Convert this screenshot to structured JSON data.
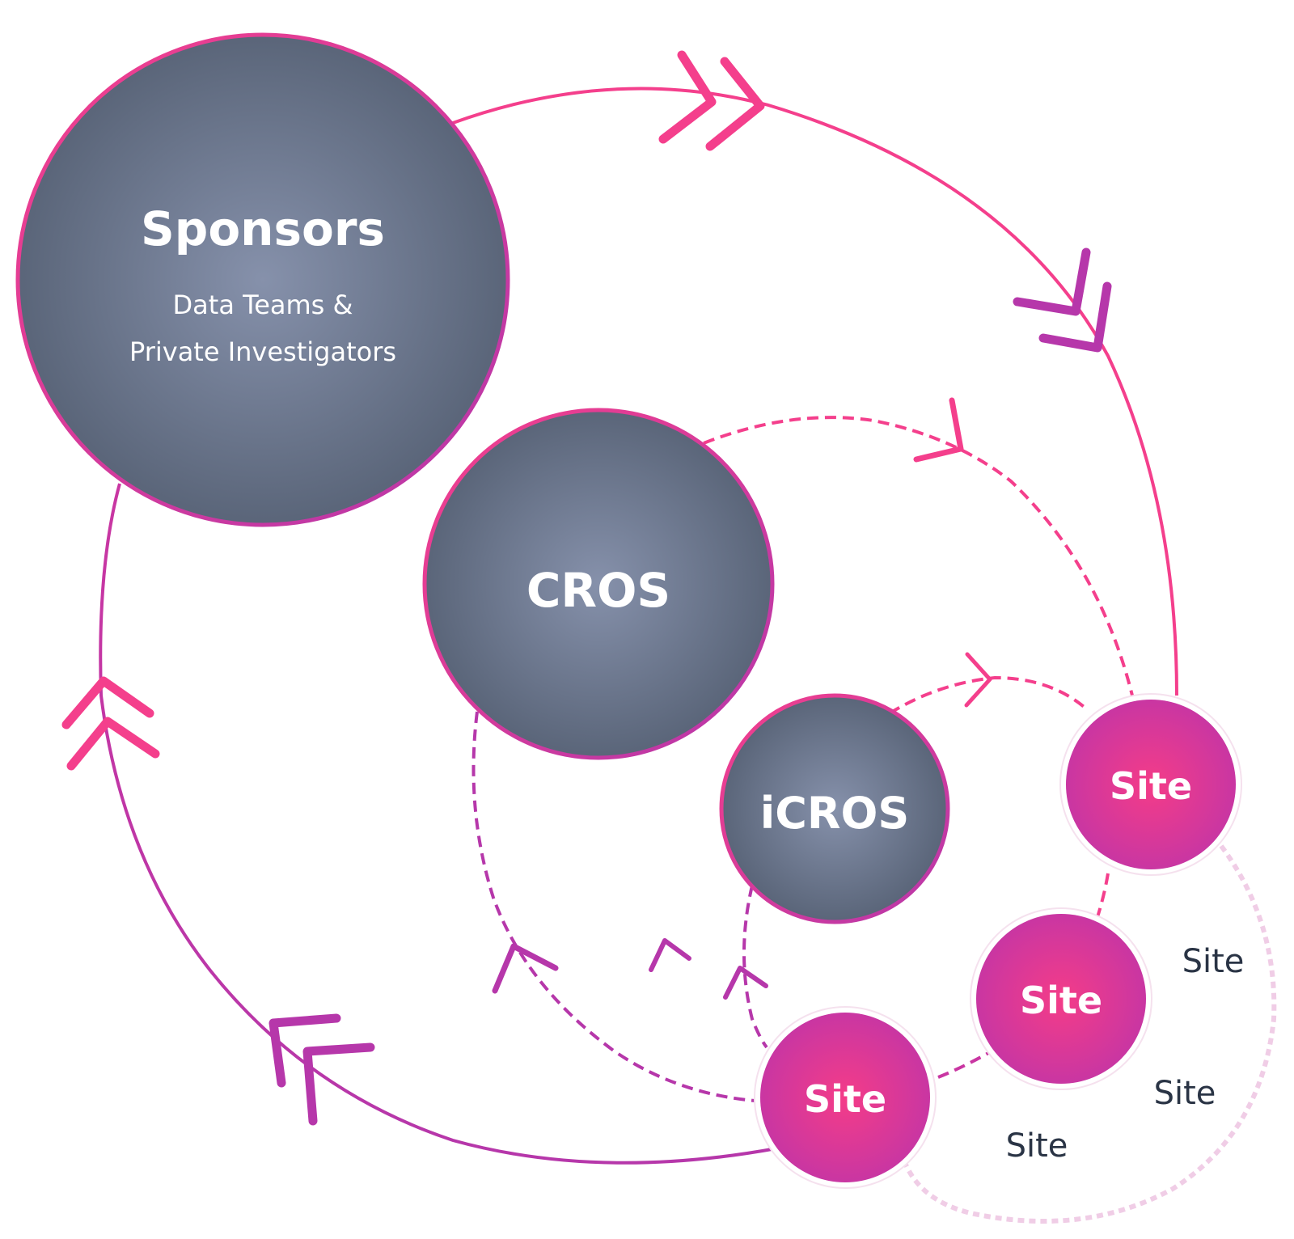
{
  "colors": {
    "pink": "#f43f8c",
    "magenta": "#c0359f",
    "purple": "#b637aa",
    "node_center": "#8591aa",
    "node_edge": "#5a6579",
    "site_center": "#f43c88",
    "site_edge": "#c936a2",
    "dotted_ring": "#f0cde6",
    "outer_label": "#2a3445"
  },
  "nodes": {
    "sponsors": {
      "title": "Sponsors",
      "subtitle_line1": "Data Teams &",
      "subtitle_line2": "Private Investigators"
    },
    "cros": {
      "title": "CROS"
    },
    "icros": {
      "title": "iCROS"
    }
  },
  "sites": [
    {
      "label": "Site"
    },
    {
      "label": "Site"
    },
    {
      "label": "Site"
    }
  ],
  "outer_sites": [
    {
      "label": "Site"
    },
    {
      "label": "Site"
    },
    {
      "label": "Site"
    }
  ]
}
